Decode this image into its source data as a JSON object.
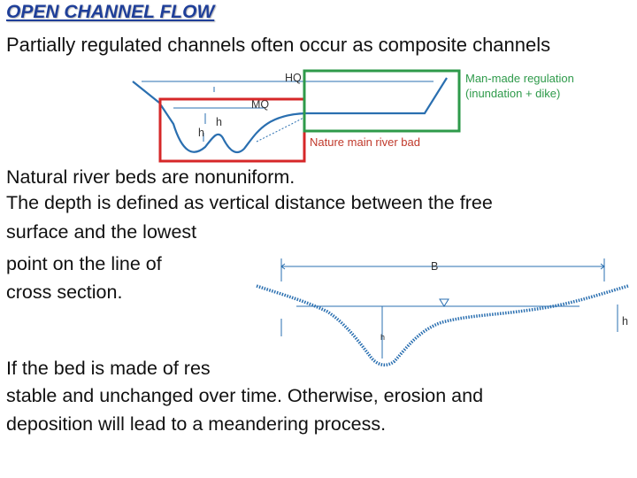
{
  "slide": {
    "title": "OPEN CHANNEL FLOW",
    "subtitle": "Partially regulated channels often occur as composite channels",
    "figure1": {
      "hq_label": "HQ",
      "mq_label": "MQ",
      "h_label_left": "h",
      "h_label_right": "h",
      "regulation_label_line1": "Man-made regulation",
      "regulation_label_line2": "(inundation + dike)",
      "natural_label": "Nature main river bad",
      "colors": {
        "regulation": "#2e9a4a",
        "natural": "#d62728",
        "label": "#c0392b",
        "profile": "#2a6fb0"
      }
    },
    "paragraph1": [
      "Natural river beds are nonuniform.",
      "The depth is defined as vertical distance between the free",
      "surface and the lowest",
      "point on the line of",
      "cross section."
    ],
    "figure2": {
      "b_label": "B",
      "h_label": "h",
      "h_label_small": "h"
    },
    "paragraph2": [
      "If the bed is made of res",
      "stable and unchanged over time. Otherwise, erosion and",
      "deposition will lead to a meandering process."
    ]
  }
}
